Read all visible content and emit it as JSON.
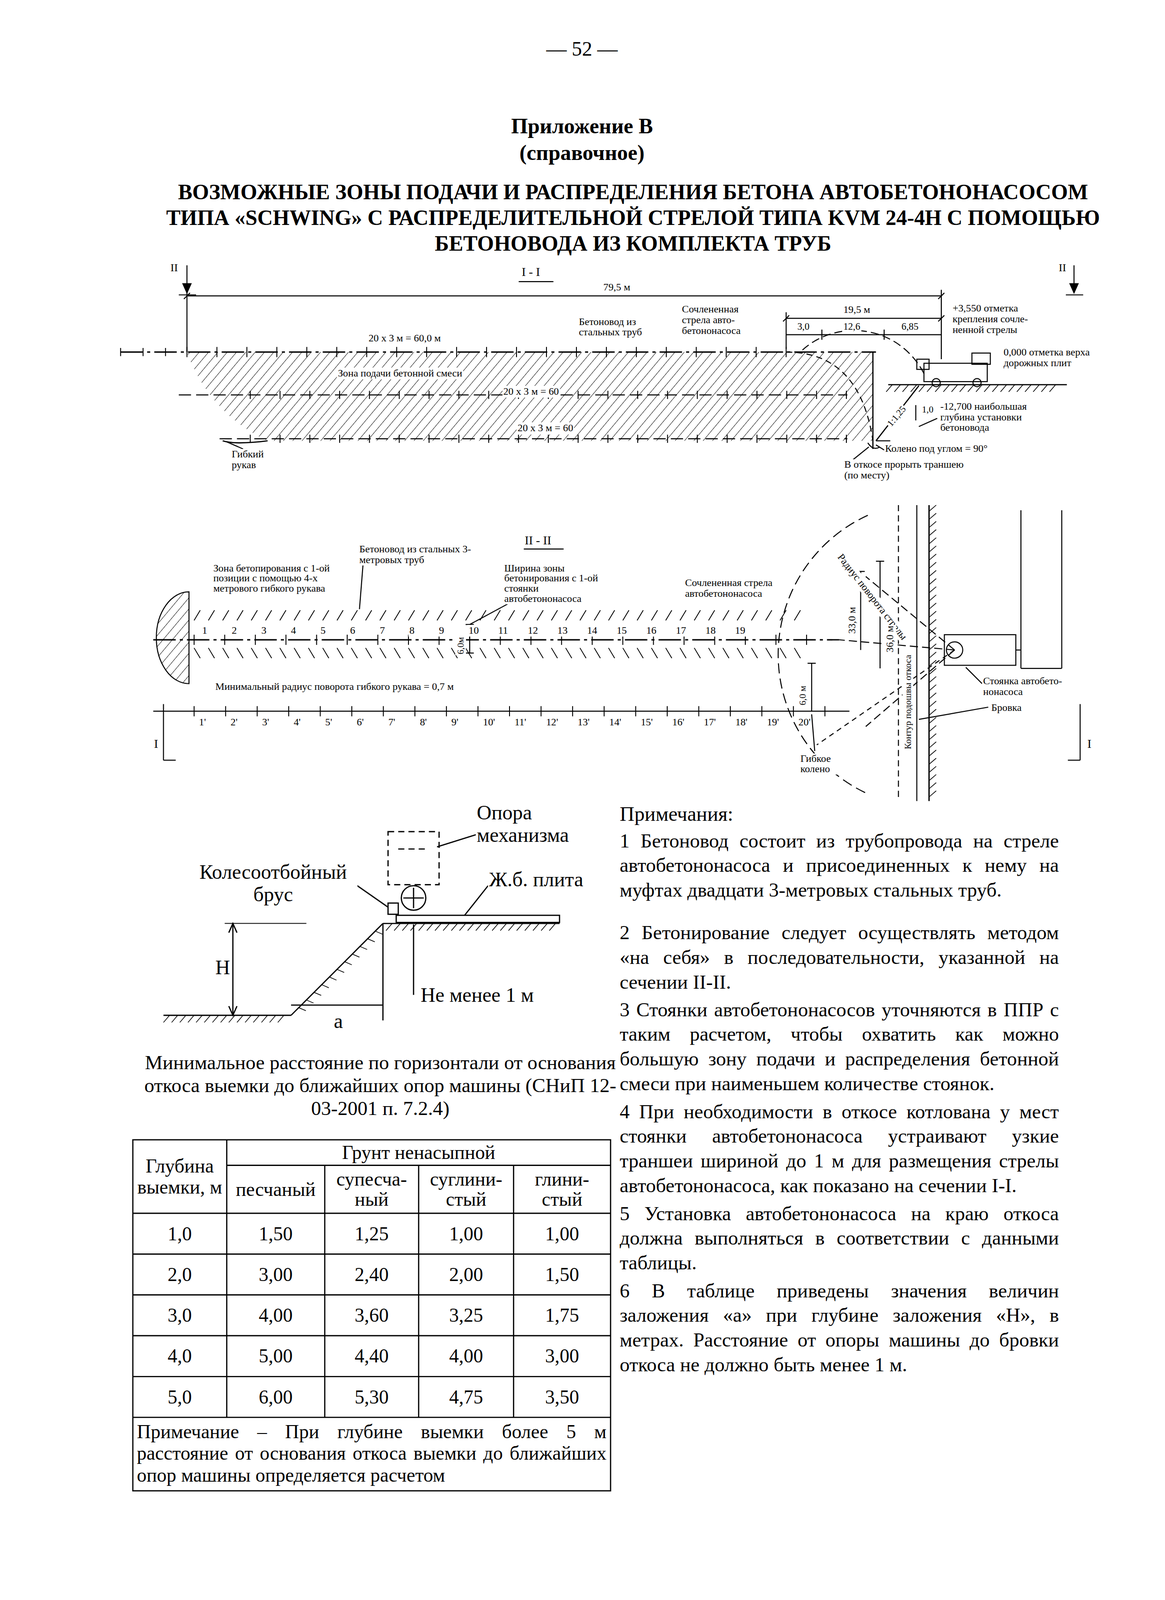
{
  "diagram": {
    "title": "ВОЗМОЖНЫЕ ЗОНЫ ПОДАЧИ И РАСПРЕДЕЛЕНИЯ БЕТОНА АВТОБЕТОНОНАСОСОМ ТИПА «SCHWING» С РАСПРЕДЕЛИТЕЛЬНОЙ СТРЕЛОЙ ТИПА KVM 24-4H С ПОМОЩЬЮ БЕТОНОВОДА ИЗ КОМПЛЕКТА ТРУБ",
    "labels": [
      "— 52 —",
      "Приложение В",
      "(справочное)",
      "II",
      "I - I",
      "II",
      "79,5 м",
      "Сочлененная стрела авто- бетононасоса",
      "19,5 м",
      "Бетоновод из стальных труб",
      "+3,550 отметка крепления сочле- ненной стрелы",
      "3,0",
      "12,6",
      "6,85",
      "20 х 3 м = 60,0 м",
      "0,000 отметка верха дорожных плит",
      "Зона подачи бетонной смеси",
      "20 х 3 м = 60",
      "1:1,25",
      "1,0",
      "-12,700 наибольшая глубина установки бетоновода",
      "20 х 3 м = 60",
      "Колено под углом = 90°",
      "Гибкий рукав",
      "В откосе прорыть траншею (по месту)",
      "II - II",
      "Бетоновод из стальных 3-метровых труб",
      "Зона бетопирования с 1-ой позиции с помощью 4-х метрового гибкого рукава",
      "Ширина зоны бетонирования с 1-ой стоянки автобетононасоса",
      "Сочлененная стрела автобетононасоса",
      "Радиус поворота стрелы",
      "33,0 м",
      "36,0 м",
      "Контур подошвы откоса",
      "1",
      "2",
      "3",
      "4",
      "5",
      "6",
      "7",
      "8",
      "9",
      "10",
      "11",
      "12",
      "13",
      "14",
      "15",
      "16",
      "17",
      "18",
      "19",
      "6,0м",
      "Минимальный радиус поворота гибкого рукава = 0,7 м",
      "6,0 м",
      "Стоянка автобето- нонасоса",
      "Бровка",
      "1'",
      "2'",
      "3'",
      "4'",
      "5'",
      "6'",
      "7'",
      "8'",
      "9'",
      "10'",
      "11'",
      "12'",
      "13'",
      "14'",
      "15'",
      "16'",
      "17'",
      "18'",
      "19'",
      "20'",
      "I",
      "I",
      "Гибкое колено",
      "Опора механизма",
      "Колесоотбойный брус",
      "Ж.б. плита",
      "Н",
      "Не менее 1 м",
      "а",
      "Минимальное расстояние по горизонтали от основания откоса выемки до ближайших опор машины (СНиП 12-03-2001 п. 7.2.4)",
      "Глубина выемки, м",
      "Грунт ненасыпной",
      "песчаный",
      "супесча- ный",
      "суглини- стый",
      "глини- стый",
      "1,0",
      "1,50",
      "1,25",
      "1,00",
      "1,00",
      "2,0",
      "3,00",
      "2,40",
      "2,00",
      "1,50",
      "3,0",
      "4,00",
      "3,60",
      "3,25",
      "1,75",
      "4,0",
      "5,00",
      "4,40",
      "4,00",
      "3,00",
      "5,0",
      "6,00",
      "5,30",
      "4,75",
      "3,50",
      "Примечание – При глубине выемки более 5 м расстояние от основания откоса выемки до ближайших опор машины определяется расчетом",
      "Примечания:",
      "1 Бетоновод состоит из трубопровода на стреле автобетононасоса и присоединенных к нему на муфтах двадцати 3-метровых стальных труб.",
      "2 Бетонирование следует осуществлять методом «на себя» в последовательности, указанной на сечении II-II.",
      "3 Стоянки автобетононасосов уточняются в ППР с таким расчетом, чтобы охватить как можно большую зону подачи и распределения бетонной смеси при наименьшем количестве стоянок.",
      "4 При необходимости в откосе котлована у мест стоянки автобетононасоса устраивают узкие траншеи шириной до 1 м для размещения стрелы автобетононасоса, как показано на сечении I-I.",
      "5 Установка автобетононасоса на краю откоса должна выполняться в соответствии с данными таблицы.",
      "6 В таблице приведены значения величин заложения «а» при глубине заложения «Н», в метрах. Расстояние от опоры машины до бровки откоса не должно быть менее 1 м."
    ]
  }
}
